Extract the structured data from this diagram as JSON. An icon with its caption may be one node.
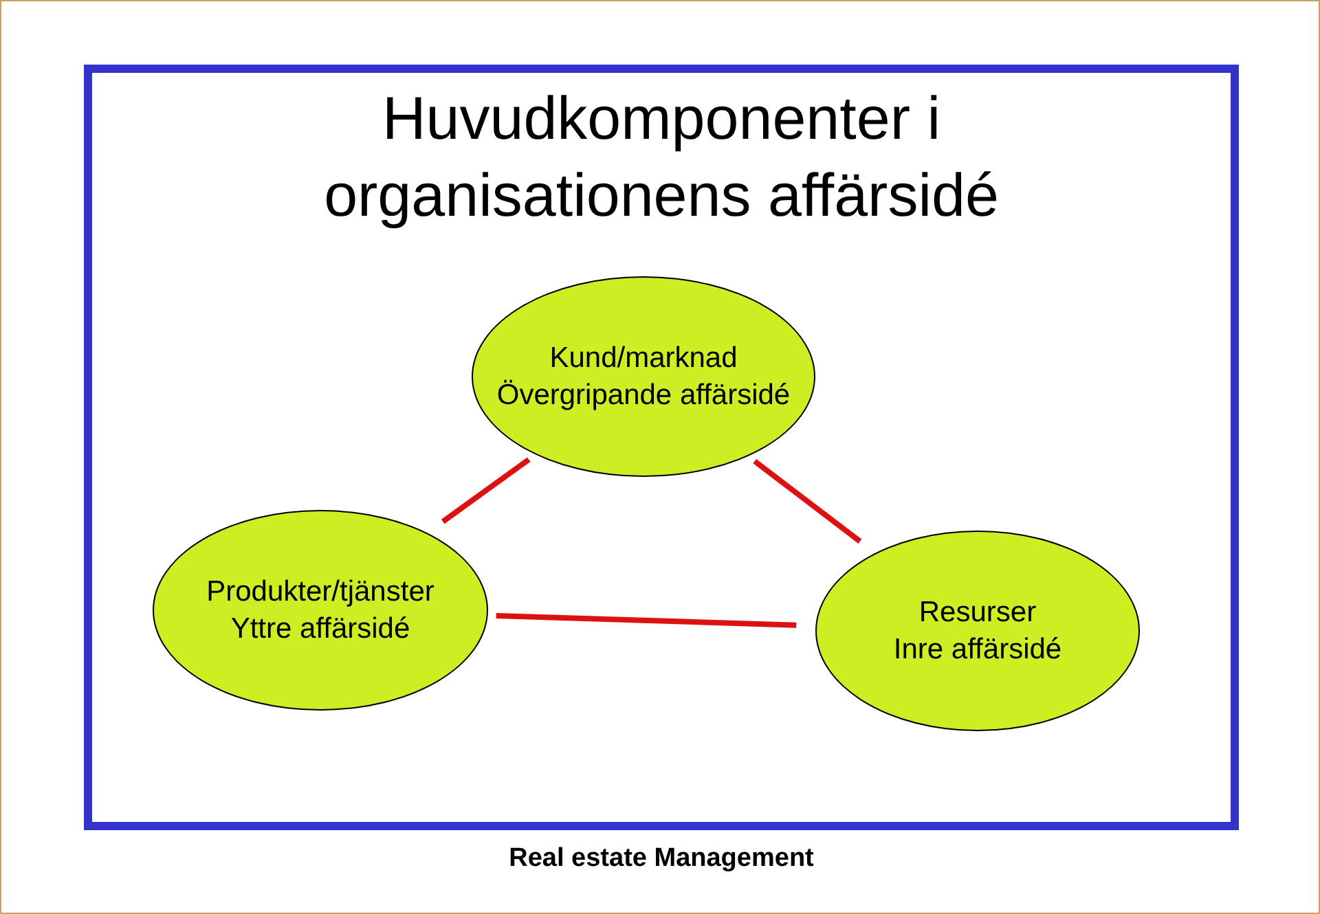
{
  "diagram": {
    "title": "Huvudkomponenter i organisationens affärsidé",
    "nodes": [
      {
        "text": [
          "Kund/marknad",
          "Övergripande affärsidé"
        ]
      },
      {
        "text": [
          "Produkter/tjänster",
          "Yttre affärsidé"
        ]
      },
      {
        "text": [
          "Resurser",
          "Inre affärsidé"
        ]
      }
    ],
    "edges": [
      {
        "from": 0,
        "to": 1,
        "arrow": "none",
        "color": "#dd1111"
      },
      {
        "from": 0,
        "to": 2,
        "arrow": "none",
        "color": "#dd1111"
      },
      {
        "from": 1,
        "to": 2,
        "arrow": "none",
        "color": "#dd1111"
      }
    ],
    "labels": [
      "Real estate Management"
    ]
  }
}
